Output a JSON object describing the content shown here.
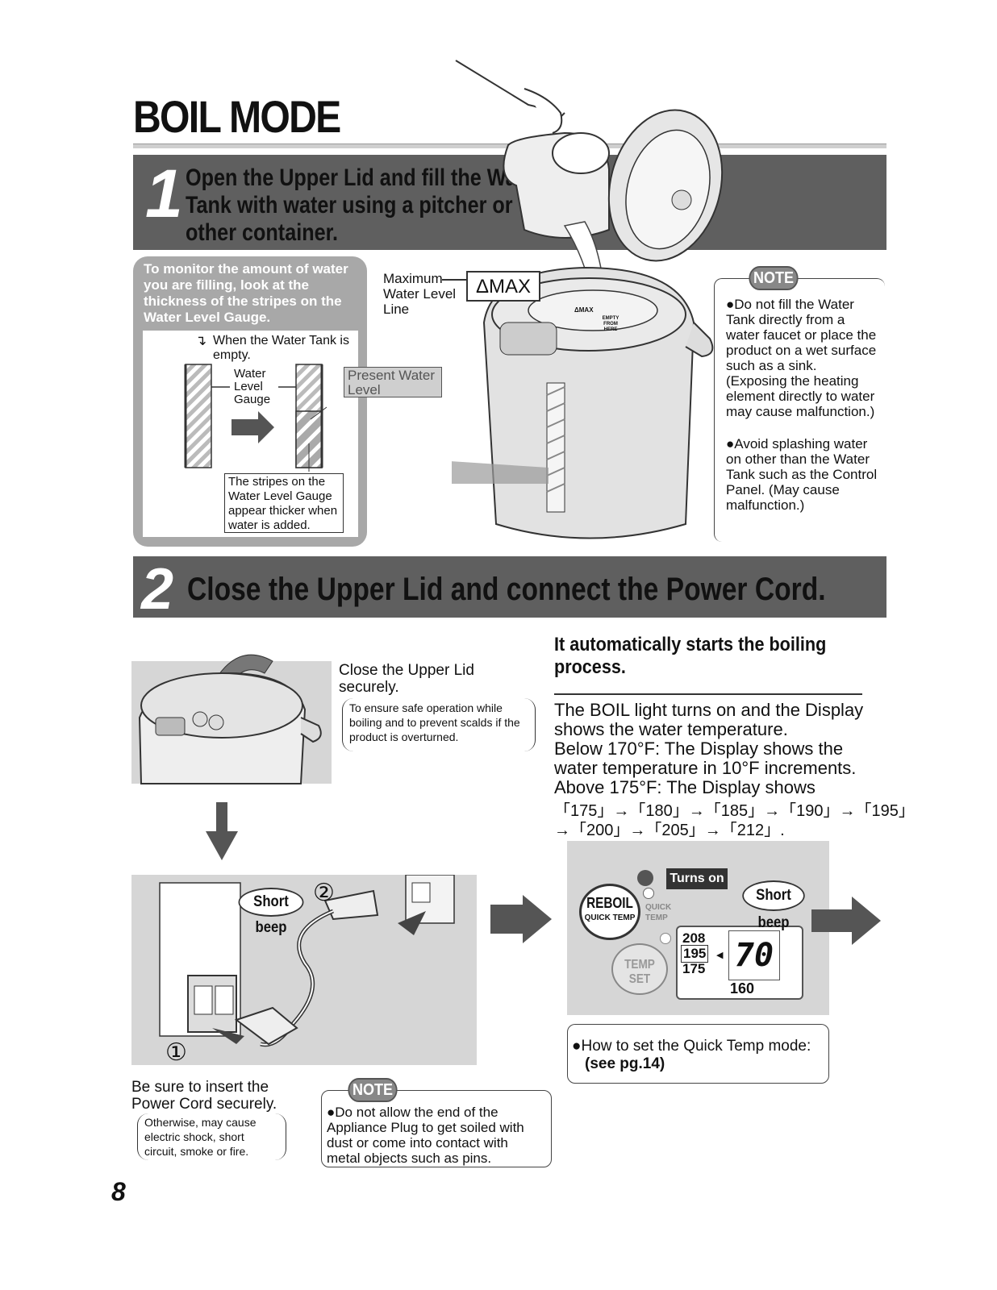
{
  "title": "BOIL MODE",
  "step1": {
    "number": "1",
    "text": "Open the Upper Lid and fill the Water Tank with water using a pitcher or other container."
  },
  "monitor": {
    "heading": "To monitor the amount of water you are filling, look at the thickness of the stripes on the Water Level Gauge.",
    "empty_label": "When the Water Tank is empty.",
    "gauge_label": "Water Level Gauge",
    "present_label": "Present Water Level",
    "stripes_note": "The stripes on the Water Level Gauge appear thicker when water is added."
  },
  "max_label": "Maximum Water Level Line",
  "max_mark": "ΔMAX",
  "pot_marks": {
    "max": "ΔMAX",
    "empty": "EMPTY FROM HERE"
  },
  "note1": {
    "label": "NOTE",
    "items": [
      "Do not fill the Water Tank directly from a water faucet or place the product on a wet surface such as a sink. (Exposing the heating element directly to water may cause malfunction.)",
      "Avoid splashing water on other than the Water Tank such as the Control Panel. (May cause malfunction.)"
    ]
  },
  "step2": {
    "number": "2",
    "text": "Close the Upper Lid and connect the Power Cord."
  },
  "close_lid": {
    "text": "Close the Upper Lid securely.",
    "sub": "To ensure safe operation while boiling and to prevent scalds if the product is overturned."
  },
  "cord": {
    "short_beep": "Short beep",
    "step_a": "①",
    "step_b": "②"
  },
  "insert": {
    "text": "Be sure to insert the Power Cord securely.",
    "sub": "Otherwise, may cause electric shock, short circuit, smoke or fire."
  },
  "note2": {
    "label": "NOTE",
    "items": [
      "Do not allow the end of the Appliance Plug to get soiled with dust or come into contact with metal objects such as pins."
    ]
  },
  "auto": {
    "heading": "It automatically starts the boiling process.",
    "p1": "The BOIL light turns on and the Display shows the water temperature.",
    "p2": "Below 170°F: The Display shows the water temperature in 10°F increments.",
    "p3": "Above 175°F: The Display shows",
    "seq1": "「175」→「180」→「185」→「190」→「195」",
    "seq2": "→「200」→「205」→「212」."
  },
  "panel": {
    "turns_on": "Turns on",
    "short_beep": "Short beep",
    "reboil": "REBOIL",
    "quick_temp": "QUICK TEMP",
    "quick": "QUICK",
    "temp": "TEMP",
    "temp_set": "TEMP SET",
    "t208": "208",
    "t195": "195",
    "t175": "175",
    "t160": "160",
    "display": "70"
  },
  "quick_temp_note": {
    "text": "How to set the Quick Temp mode:",
    "ref": "(see pg.14)"
  },
  "page_number": "8"
}
